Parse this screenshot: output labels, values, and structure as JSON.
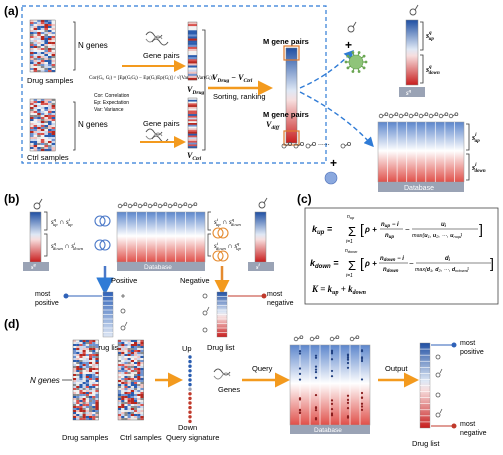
{
  "panels": {
    "a": "(a)",
    "b": "(b)",
    "c": "(c)",
    "d": "(d)"
  },
  "panel_a": {
    "n_genes_top": "N genes",
    "drug_samples": "Drug samples",
    "n_genes_bottom": "N genes",
    "ctrl_samples": "Ctrl samples",
    "corr_formula": "Cor(Gᵢ, Gⱼ) = [Ep(GᵢGⱼ) − Ep(Gᵢ)Ep(Gⱼ)] / √(Var(Gᵢ)Var(Gⱼ))",
    "legend_cor": "Cor: Correlation",
    "legend_ep": "Ep: Expectation",
    "legend_var": "Var: Variance",
    "gene_pairs_top": "Gene pairs",
    "gene_pairs_bottom": "Gene pairs",
    "v_drug": "V",
    "v_drug_sub": "Drug",
    "v_ctrl": "V",
    "v_ctrl_sub": "Ctrl",
    "diff_eq": "V",
    "diff_eq_sub1": "Drug",
    "diff_eq_mid": " − V",
    "diff_eq_sub2": "Ctrl",
    "sorting": "Sorting, ranking",
    "m_pairs_top": "M gene pairs",
    "m_pairs_bottom": "M gene pairs",
    "v_diff": "V",
    "v_diff_sub": "diff",
    "s_up": "s",
    "s_up_sup": "q",
    "s_up_sub": "up",
    "s_down": "s",
    "s_down_sup": "q",
    "s_down_sub": "down",
    "s_q": "s",
    "s_q_sup": "q",
    "db_up": "s",
    "db_up_sup": "i",
    "db_up_sub": "up",
    "db_down": "s",
    "db_down_sup": "i",
    "db_down_sub": "down",
    "database": "Database"
  },
  "panel_b": {
    "s_q": "s",
    "s_q_sup": "q",
    "s_i": "s",
    "s_i_sup": "i",
    "database": "Database",
    "int_up_left": "sᵘᵖ ∩ sᵘᵖ",
    "positive": "Positive",
    "negative": "Negative",
    "most_positive": "most\npositive",
    "most_negative": "most\nnegative",
    "drug_list_left": "Drug list",
    "drug_list_right": "Drug list"
  },
  "panel_c": {
    "k_up": "k",
    "k_up_sub": "up",
    "k_down": "k",
    "k_down_sub": "down",
    "k_total": "K = k_up + k_down"
  },
  "panel_d": {
    "n_genes": "N genes",
    "drug_samples": "Drug samples",
    "ctrl_samples": "Ctrl samples",
    "up": "Up",
    "down": "Down",
    "query_signature": "Query signature",
    "genes": "Genes",
    "query": "Query",
    "database": "Database",
    "output": "Output",
    "drug_list": "Drug list",
    "most_positive": "most positive",
    "most_negative": "most negative"
  },
  "colors": {
    "arrow_orange": "#f4a63a",
    "dash_blue": "#2f7bd6",
    "up_blue": "#2a5db0",
    "down_red": "#d9302c",
    "db_grey": "#9aa3b5",
    "virus_green": "#8fc47a"
  }
}
